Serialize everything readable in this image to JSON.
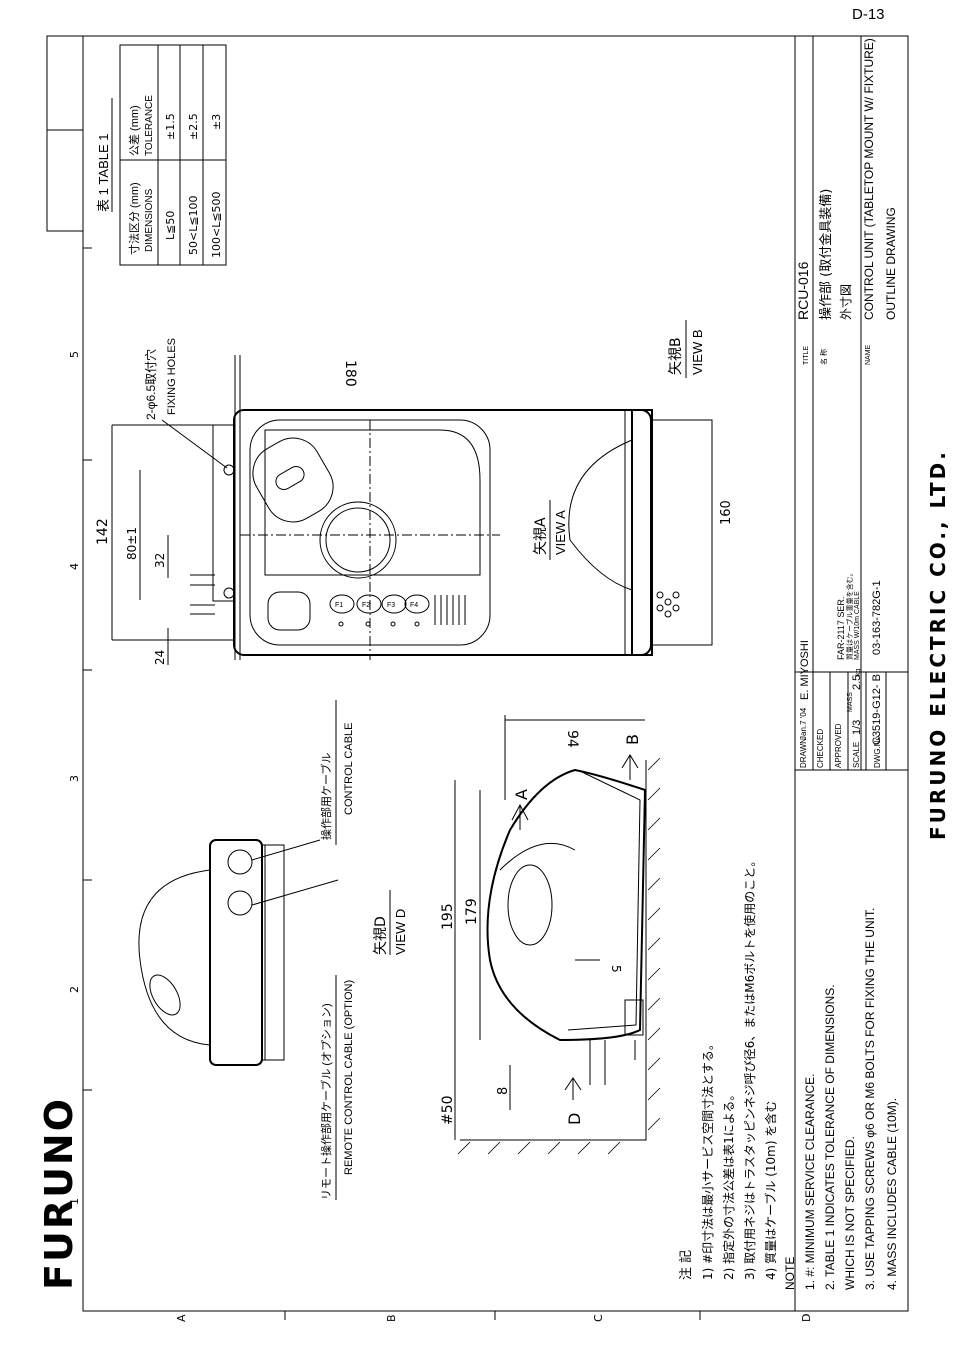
{
  "page_label": "D-13",
  "company": "FURUNO ELECTRIC CO., LTD.",
  "logo": "FURUNO",
  "grid": {
    "top_numbers": [
      "1",
      "2",
      "3",
      "4",
      "5"
    ],
    "left_letters": [
      "A",
      "B",
      "C",
      "D"
    ]
  },
  "tolerance_table": {
    "title": "表 1 TABLE 1",
    "col1_header_jp": "寸法区分 (mm)",
    "col1_header_en": "DIMENSIONS",
    "col2_header_jp": "公差 (mm)",
    "col2_header_en": "TOLERANCE",
    "rows": [
      {
        "dim": "L≦50",
        "tol": "±1.5"
      },
      {
        "dim": "50<L≦100",
        "tol": "±2.5"
      },
      {
        "dim": "100<L≦500",
        "tol": "±3"
      }
    ]
  },
  "title_block": {
    "title_label": "TITLE",
    "title": "RCU-016",
    "name_jp_label": "名 称",
    "name_jp": "操作部 (取付金具装備)",
    "name_jp2": "外寸図",
    "name_label": "NAME",
    "name_en": "CONTROL UNIT (TABLETOP MOUNT W/ FIXTURE)",
    "name_en2": "OUTLINE DRAWING",
    "drawn_label": "DRAWN",
    "drawn_date": "Jan.7 '04",
    "drawn_by": "E. MIYOSHI",
    "checked_label": "CHECKED",
    "approved_label": "APPROVED",
    "scale_label": "SCALE",
    "scale": "1/3",
    "mass_label": "MASS",
    "mass": "2.5",
    "mass_unit": "kg",
    "mass_note_1": "FAR-2117 SER.",
    "mass_note_2": "質量はケーブル重量を含む。",
    "mass_note_3": "MASS W/10m CABLE",
    "dwg_label": "DWG.No.",
    "dwg_no": "C3519-G12- B",
    "ref_no": "03-163-782G-1"
  },
  "notes": {
    "jp_header": "注 記",
    "jp": [
      "1) #印寸法は最小サービス空間寸法とする。",
      "2) 指定外の寸法公差は表1による。",
      "3) 取付用ネジはトラスタッピンネジ呼び径6、またはM6ボルトを使用のこと。",
      "4) 質量はケーブル (10m) を含む"
    ],
    "en_header": "NOTE",
    "en": [
      "1.  #: MINIMUM SERVICE CLEARANCE.",
      "2.  TABLE 1 INDICATES TOLERANCE OF DIMENSIONS.",
      "     WHICH IS NOT SPECIFIED.",
      "3.  USE TAPPING SCREWS φ6 OR M6 BOLTS FOR FIXING THE UNIT.",
      "4.  MASS INCLUDES CABLE (10M)."
    ]
  },
  "labels": {
    "fixing_holes_jp": "2-φ6.5取付穴",
    "fixing_holes_en": "FIXING HOLES",
    "view_a_jp": "矢視A",
    "view_a_en": "VIEW A",
    "view_b_jp": "矢視B",
    "view_b_en": "VIEW B",
    "view_d_jp": "矢視D",
    "view_d_en": "VIEW D",
    "control_cable_jp": "操作部用ケーブル",
    "control_cable_en": "CONTROL CABLE",
    "remote_cable_jp": "リモート操作部用ケーブル (オプション)",
    "remote_cable_en": "REMOTE CONTROL CABLE (OPTION)",
    "arrow_a": "A",
    "arrow_b": "B",
    "arrow_d": "D",
    "keys": [
      "F1",
      "F2",
      "F3",
      "F4"
    ]
  },
  "dimensions": {
    "d180": "180",
    "d142": "142",
    "d80": "80±1",
    "d32": "32",
    "d24": "24",
    "d160": "160",
    "d94": "94",
    "d195": "195",
    "d179": "179",
    "d50": "#50",
    "d8": "8",
    "d5": "5"
  }
}
